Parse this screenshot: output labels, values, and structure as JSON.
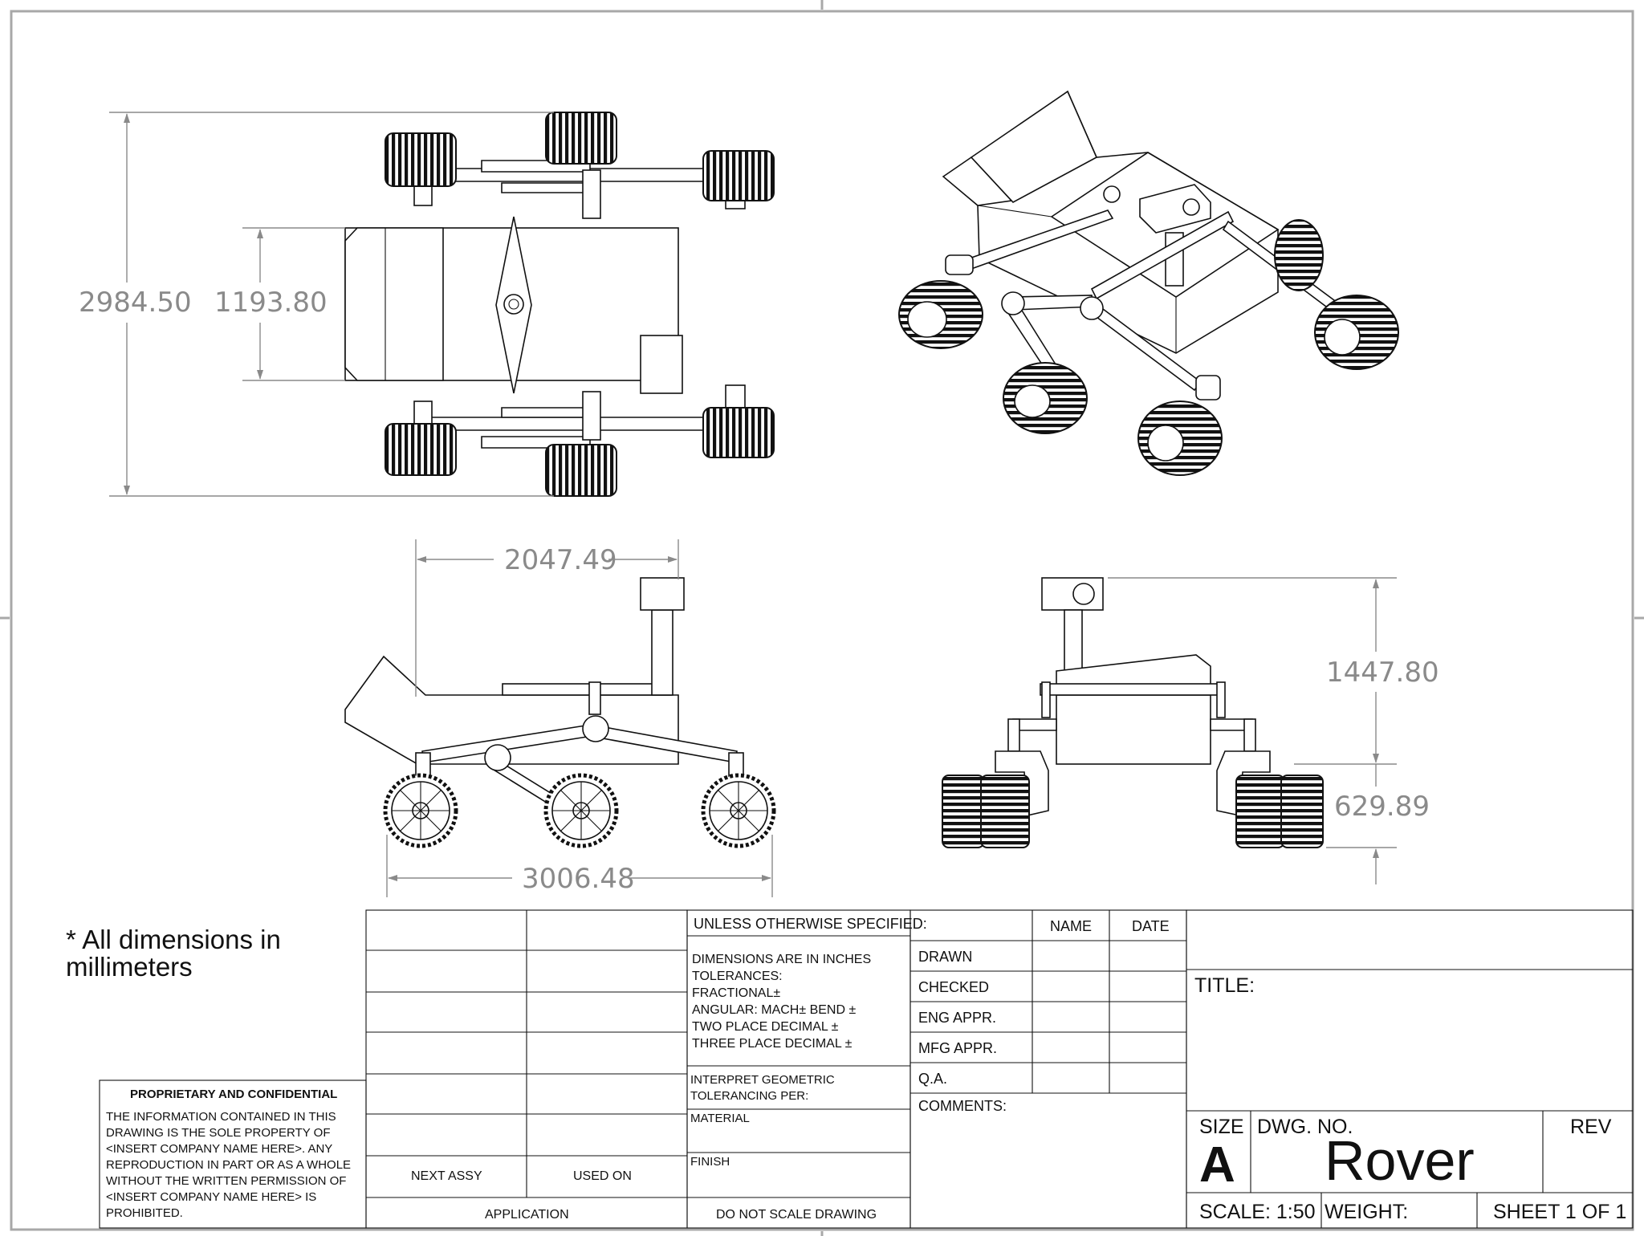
{
  "dimensions": {
    "top_overall": "2984.50",
    "top_body": "1193.80",
    "side_body": "2047.49",
    "side_wheelbase": "3006.48",
    "front_height": "1447.80",
    "front_clearance": "629.89"
  },
  "note": {
    "line1": "* All dimensions in",
    "line2": "millimeters"
  },
  "proprietary": {
    "heading": "PROPRIETARY AND CONFIDENTIAL",
    "lines": [
      "THE INFORMATION CONTAINED IN THIS",
      "DRAWING IS THE SOLE PROPERTY OF",
      "<INSERT COMPANY NAME HERE>.  ANY",
      "REPRODUCTION IN PART OR AS A WHOLE",
      "WITHOUT THE WRITTEN PERMISSION OF",
      "<INSERT COMPANY NAME HERE> IS",
      "PROHIBITED."
    ]
  },
  "assembly": {
    "next_assy": "NEXT ASSY",
    "used_on": "USED ON",
    "application": "APPLICATION"
  },
  "spec": {
    "heading": "UNLESS OTHERWISE SPECIFIED:",
    "lines": [
      "DIMENSIONS ARE IN INCHES",
      "TOLERANCES:",
      "FRACTIONAL±",
      "ANGULAR: MACH±     BEND ±",
      "TWO PLACE DECIMAL    ±",
      "THREE PLACE DECIMAL  ±"
    ],
    "interpret1": "INTERPRET GEOMETRIC",
    "interpret2": "TOLERANCING PER:",
    "material": "MATERIAL",
    "finish": "FINISH",
    "do_not_scale": "DO NOT SCALE DRAWING"
  },
  "approvals": {
    "name_header": "NAME",
    "date_header": "DATE",
    "rows": [
      "DRAWN",
      "CHECKED",
      "ENG APPR.",
      "MFG APPR.",
      "Q.A."
    ],
    "comments": "COMMENTS:"
  },
  "title_block": {
    "title_label": "TITLE:",
    "size_label": "SIZE",
    "size_value": "A",
    "dwg_label": "DWG.  NO.",
    "dwg_value": "Rover",
    "rev_label": "REV",
    "scale": "SCALE: 1:50",
    "weight": "WEIGHT:",
    "sheet": "SHEET 1 OF 1"
  }
}
